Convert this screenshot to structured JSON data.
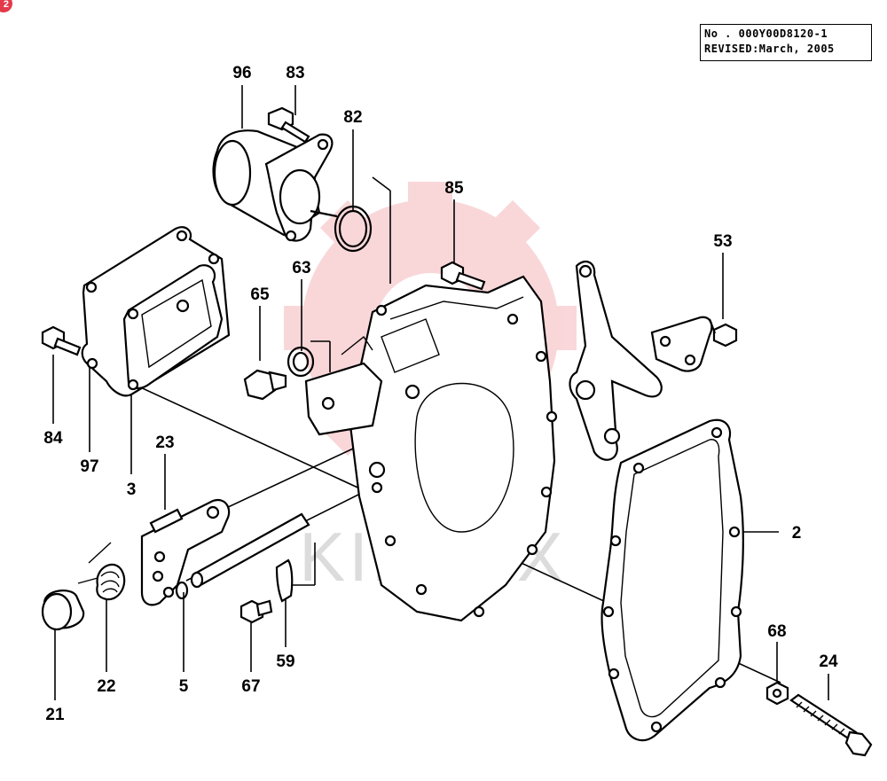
{
  "document": {
    "number_line": "No  . 000Y00D8120-1",
    "revised_line": "REVISED:March, 2005",
    "corner_badge": "2",
    "watermark_text": "KIPTEX",
    "accent_color": "#e23a4a",
    "watermark_color": "#f2a7ad"
  },
  "callouts": [
    {
      "id": "96",
      "label": "96"
    },
    {
      "id": "83",
      "label": "83"
    },
    {
      "id": "82",
      "label": "82"
    },
    {
      "id": "85",
      "label": "85"
    },
    {
      "id": "53",
      "label": "53"
    },
    {
      "id": "65",
      "label": "65"
    },
    {
      "id": "63",
      "label": "63"
    },
    {
      "id": "84",
      "label": "84"
    },
    {
      "id": "97",
      "label": "97"
    },
    {
      "id": "3",
      "label": "3"
    },
    {
      "id": "23",
      "label": "23"
    },
    {
      "id": "2",
      "label": "2"
    },
    {
      "id": "68",
      "label": "68"
    },
    {
      "id": "24",
      "label": "24"
    },
    {
      "id": "21",
      "label": "21"
    },
    {
      "id": "22",
      "label": "22"
    },
    {
      "id": "5",
      "label": "5"
    },
    {
      "id": "67",
      "label": "67"
    },
    {
      "id": "59",
      "label": "59"
    }
  ]
}
